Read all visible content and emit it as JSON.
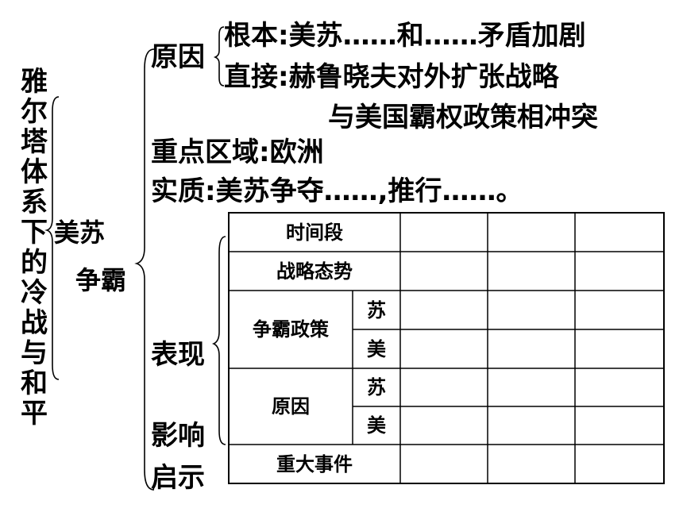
{
  "root_label": [
    "雅",
    "尔",
    "塔",
    "体",
    "系",
    "下",
    "的",
    "冷",
    "战",
    "与",
    "和",
    "平"
  ],
  "branch": {
    "line1": "美苏",
    "line2": "争霸"
  },
  "reason": {
    "label": "原因",
    "root_cause": "根本:美苏……和……矛盾加剧",
    "direct_line1": "直接:赫鲁晓夫对外扩张战略",
    "direct_line2": "与美国霸权政策相冲突"
  },
  "key_region": "重点区域:欧洲",
  "essence": "实质:美苏争夺……,推行……。",
  "side_labels": {
    "performance": "表现",
    "influence": "影响",
    "enlightenment": "启示"
  },
  "table": {
    "rows": [
      {
        "label": "时间段"
      },
      {
        "label": "战略态势"
      },
      {
        "label": "争霸政策",
        "sub": [
          "苏",
          "美"
        ]
      },
      {
        "label": "原因",
        "sub": [
          "苏",
          "美"
        ]
      },
      {
        "label": "重大事件"
      }
    ],
    "blank_columns": 3
  }
}
